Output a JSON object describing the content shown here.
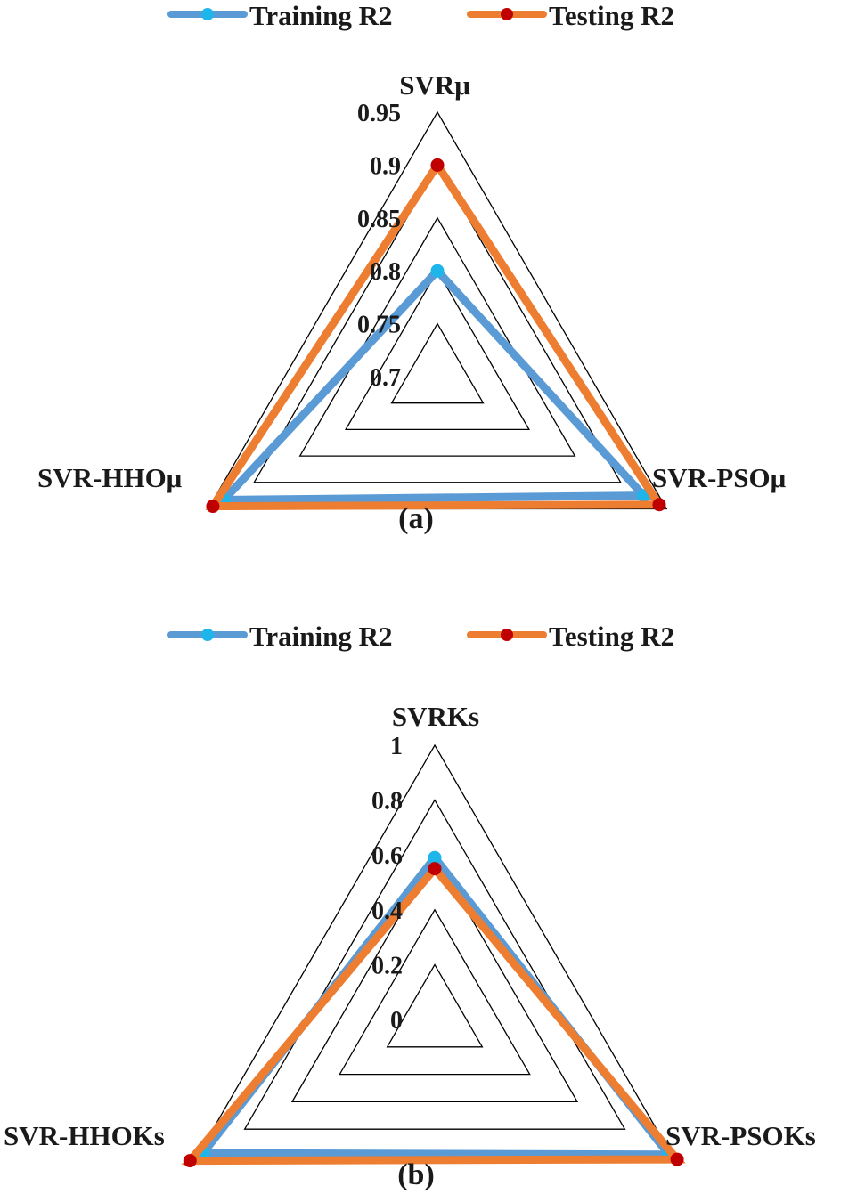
{
  "colors": {
    "training_line": "#5B9BD5",
    "training_marker": "#1EB5EA",
    "testing_line": "#ED7D31",
    "testing_marker": "#C00000",
    "grid": "#000000",
    "text": "#1a1a1a"
  },
  "chart_data": [
    {
      "type": "radar",
      "panel_label": "(a)",
      "legend": [
        "Training R2",
        "Testing R2"
      ],
      "categories": [
        "SVRμ",
        "SVR-PSOμ",
        "SVR-HHOμ"
      ],
      "ticks": [
        "0.7",
        "0.75",
        "0.8",
        "0.85",
        "0.9",
        "0.95"
      ],
      "rlim": [
        0.7,
        0.95
      ],
      "grid": true,
      "legend_position": "top",
      "series": [
        {
          "name": "Training R2",
          "values": [
            0.8,
            0.925,
            0.933
          ]
        },
        {
          "name": "Testing R2",
          "values": [
            0.9,
            0.942,
            0.945
          ]
        }
      ]
    },
    {
      "type": "radar",
      "panel_label": "(b)",
      "legend": [
        "Training R2",
        "Testing R2"
      ],
      "categories": [
        "SVRKs",
        "SVR-PSOKs",
        "SVR-HHOKs"
      ],
      "ticks": [
        "0",
        "0.2",
        "0.4",
        "0.6",
        "0.8",
        "1"
      ],
      "rlim": [
        0,
        1
      ],
      "grid": true,
      "legend_position": "top",
      "series": [
        {
          "name": "Training R2",
          "values": [
            0.59,
            0.985,
            0.975
          ]
        },
        {
          "name": "Testing R2",
          "values": [
            0.55,
            1.02,
            1.03
          ]
        }
      ]
    }
  ]
}
